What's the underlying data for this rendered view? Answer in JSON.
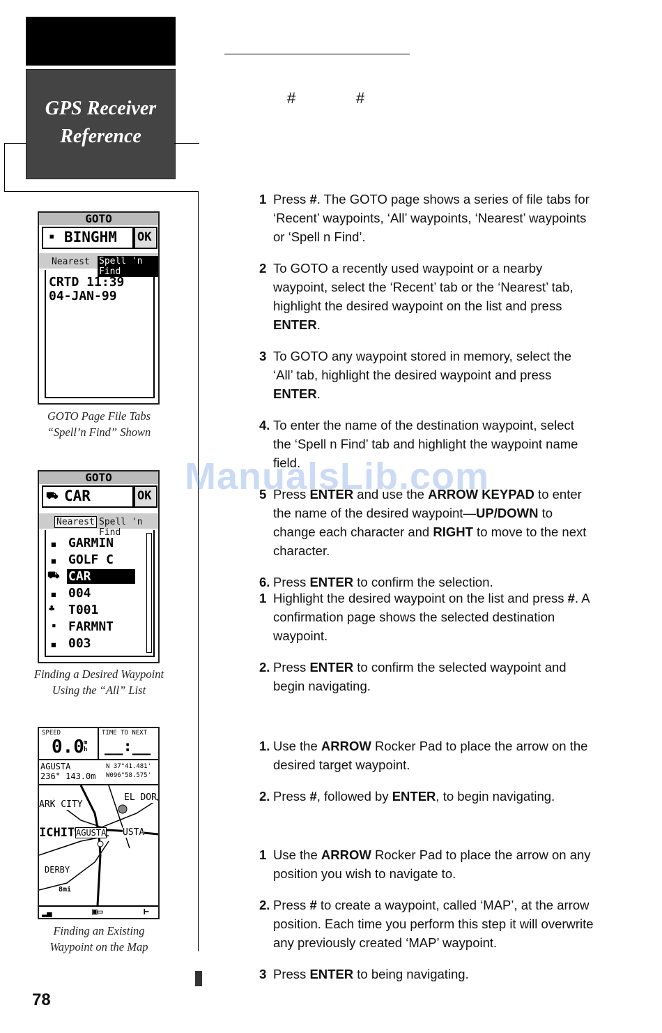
{
  "header": {
    "section_title_line1": "GPS Receiver",
    "section_title_line2": "Reference",
    "hash_symbol": "#"
  },
  "screens": {
    "goto_spell": {
      "title": "GOTO",
      "field": "BINGHM",
      "ok": "OK",
      "tab_nearest": "Nearest",
      "tab_spell": "Spell 'n Find",
      "line1": "CRTD 11:39",
      "line2": "04-JAN-99"
    },
    "goto_all": {
      "title": "GOTO",
      "field": "CAR",
      "ok": "OK",
      "tab_nearest": "Nearest",
      "tab_spell": "Spell 'n Find",
      "items": [
        "GARMIN",
        "GOLF C",
        "CAR",
        "004",
        "T001",
        "FARMNT",
        "003"
      ]
    },
    "map": {
      "speed_label": "SPEED",
      "speed_value": "0.0",
      "speed_unit": "m h",
      "time_label": "TIME TO NEXT",
      "time_value": "__:__",
      "wpt_name": "AGUSTA",
      "bearing": "236° 143.0m",
      "lat": "N 37°41.481'",
      "lon": "W096°58.575'",
      "labels": [
        "ARK CITY",
        "EL DOR",
        "ICHIT",
        "AGUSTA",
        "USTA",
        "DERBY",
        "8mi"
      ]
    }
  },
  "captions": {
    "c1_line1": "GOTO Page File Tabs",
    "c1_line2": "“Spell’n Find” Shown",
    "c2_line1": "Finding a Desired Waypoint",
    "c2_line2": "Using the “All” List",
    "c3_line1": "Finding an Existing",
    "c3_line2": "Waypoint on the Map"
  },
  "section1": [
    {
      "num": "1",
      "text": "Press #. The GOTO page shows a series of file tabs for ‘Recent’ waypoints, ‘All’ waypoints, ‘Nearest’ waypoints or ‘Spell n Find’."
    },
    {
      "num": "2",
      "text": "To GOTO a recently used waypoint or a nearby waypoint, select the ‘Recent’ tab or the ‘Nearest’ tab, highlight the desired waypoint on the list and press ENTER."
    },
    {
      "num": "3",
      "text": "To GOTO any waypoint stored in memory, select the ‘All’ tab, highlight the desired waypoint and press ENTER."
    },
    {
      "num": "4.",
      "text": "To enter the name of the destination waypoint, select the ‘Spell n Find’ tab and highlight the waypoint name field."
    },
    {
      "num": "5",
      "text": "Press ENTER and use the ARROW KEYPAD to enter the name of the desired waypoint—UP/DOWN to change each character and RIGHT to move to the next character."
    },
    {
      "num": "6.",
      "text": "Press ENTER to confirm the selection."
    }
  ],
  "section2": [
    {
      "num": "1",
      "text": "Highlight the desired waypoint on the list and press #. A confirmation page shows the selected destination waypoint."
    },
    {
      "num": "2.",
      "text": "Press ENTER to confirm the selected waypoint and begin navigating."
    }
  ],
  "section3": [
    {
      "num": "1.",
      "text": "Use the ARROW Rocker Pad to place the arrow on the desired target waypoint."
    },
    {
      "num": "2.",
      "text": "Press #, followed by ENTER, to begin navigating."
    }
  ],
  "section4": [
    {
      "num": "1",
      "text": "Use the ARROW Rocker Pad to place the arrow on any position you wish to navigate to."
    },
    {
      "num": "2.",
      "text": "Press # to create a waypoint, called ‘MAP’, at the arrow position. Each time you perform this step it will overwrite any previously created ‘MAP’ waypoint."
    },
    {
      "num": "3",
      "text": "Press ENTER to being navigating."
    }
  ],
  "footer": {
    "page_number": "78"
  },
  "watermark": "ManualsLib.com"
}
